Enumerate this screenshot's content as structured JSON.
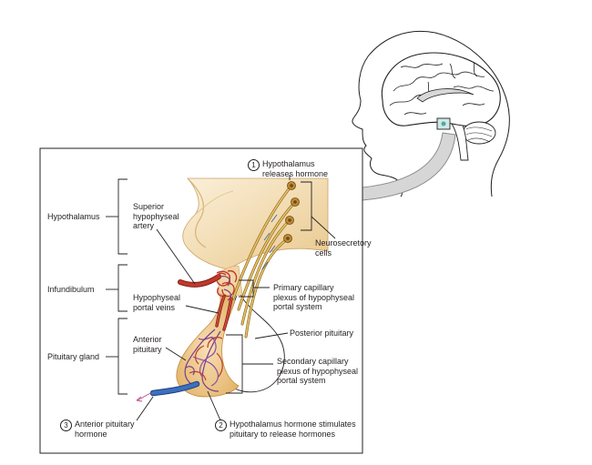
{
  "labels": {
    "hypothalamus": "Hypothalamus",
    "infundibulum": "Infundibulum",
    "pituitary_gland": "Pituitary gland",
    "superior_artery": [
      "Superior",
      "hypophyseal",
      "artery"
    ],
    "portal_veins": [
      "Hypophyseal",
      "portal veins"
    ],
    "anterior_pituitary": [
      "Anterior",
      "pituitary"
    ],
    "neurosecretory": [
      "Neurosecretory",
      "cells"
    ],
    "primary_plexus": [
      "Primary capillary",
      "plexus of hypophyseal",
      "portal system"
    ],
    "posterior_pituitary": "Posterior pituitary",
    "secondary_plexus": [
      "Secondary capillary",
      "plexus of hypophyseal",
      "portal system"
    ]
  },
  "steps": [
    {
      "number": "1",
      "lines": [
        "Hypothalamus",
        "releases hormone"
      ]
    },
    {
      "number": "2",
      "lines": [
        "Hypothalamus hormone stimulates",
        "pituitary to release hormones"
      ]
    },
    {
      "number": "3",
      "lines": [
        "Anterior pituitary",
        "hormone"
      ]
    }
  ],
  "colors": {
    "outline": "#231f20",
    "hypothalamus_tissue": "#f6e3bf",
    "hypothalamus_shadow": "#e6c58a",
    "pituitary_tissue": "#f4d6a4",
    "posterior_lobe": "#ffffff",
    "axon": "#c9a24a",
    "cell_body": "#b9802e",
    "artery": "#c0392b",
    "vein": "#7a3d8c",
    "blue_vessel": "#2f5fa8",
    "arrow_fill": "#d6d6d6"
  }
}
